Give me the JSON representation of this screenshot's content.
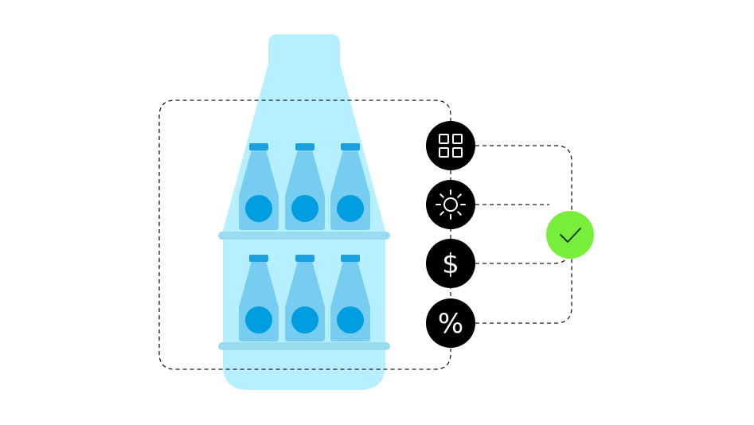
{
  "colors": {
    "cooler_body": "#b6efff",
    "shelf": "#9adcef",
    "bottle": "#76cdef",
    "bottle_cap": "#1aa0df",
    "bottle_label": "#009ee0",
    "node_fill": "#000000",
    "node_glyph": "#ffffff",
    "connector": "#1a1a1a",
    "check_fill": "#76ee3a",
    "check_mark": "#1e3b12"
  },
  "nodes": [
    {
      "id": "grid",
      "icon": "grid-icon"
    },
    {
      "id": "sun",
      "icon": "sun-icon"
    },
    {
      "id": "dollar",
      "icon": "dollar-icon",
      "glyph": "$"
    },
    {
      "id": "percent",
      "icon": "percent-icon",
      "glyph": "%"
    }
  ],
  "result": {
    "icon": "checkmark-icon"
  }
}
